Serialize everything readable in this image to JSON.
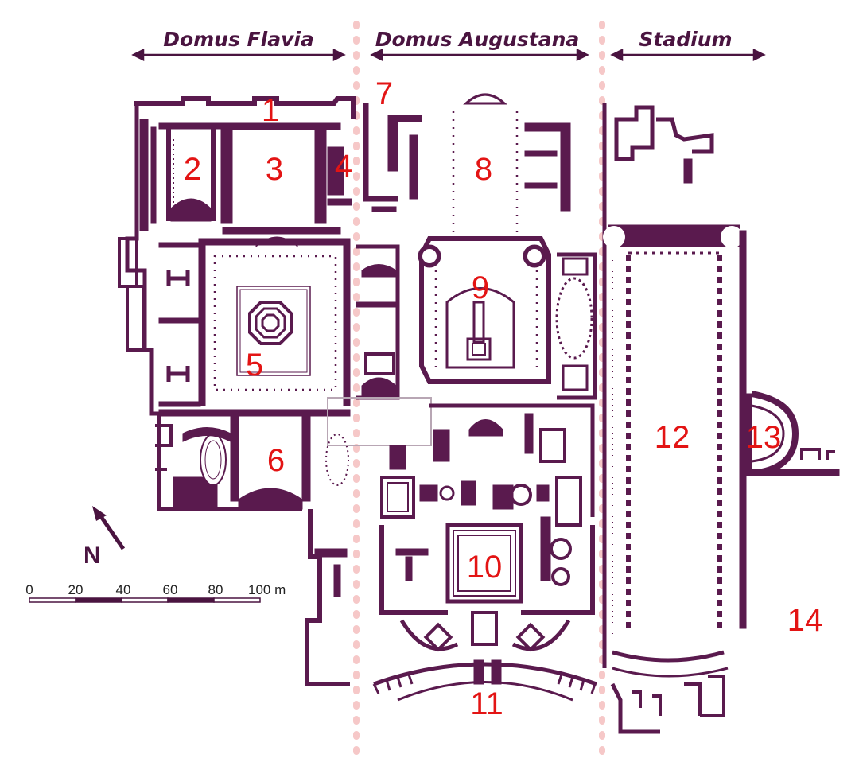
{
  "colors": {
    "wall": "#5a1a4e",
    "label": "#e31414",
    "header": "#4a1440",
    "divider": "#f4c0c0"
  },
  "sections": [
    {
      "id": "flavia",
      "label": "Domus Flavia"
    },
    {
      "id": "augustana",
      "label": "Domus Augustana"
    },
    {
      "id": "stadium",
      "label": "Stadium"
    }
  ],
  "areas": [
    {
      "id": "a1",
      "label": "1"
    },
    {
      "id": "a2",
      "label": "2"
    },
    {
      "id": "a3",
      "label": "3"
    },
    {
      "id": "a4",
      "label": "4"
    },
    {
      "id": "a5",
      "label": "5"
    },
    {
      "id": "a6",
      "label": "6"
    },
    {
      "id": "a7",
      "label": "7"
    },
    {
      "id": "a8",
      "label": "8"
    },
    {
      "id": "a9",
      "label": "9"
    },
    {
      "id": "a10",
      "label": "10"
    },
    {
      "id": "a11",
      "label": "11"
    },
    {
      "id": "a12",
      "label": "12"
    },
    {
      "id": "a13",
      "label": "13"
    },
    {
      "id": "a14",
      "label": "14"
    }
  ],
  "north": {
    "label": "N",
    "icon": "north-arrow-icon"
  },
  "scale": {
    "ticks": [
      "0",
      "20",
      "40",
      "60",
      "80",
      "100 m"
    ]
  }
}
